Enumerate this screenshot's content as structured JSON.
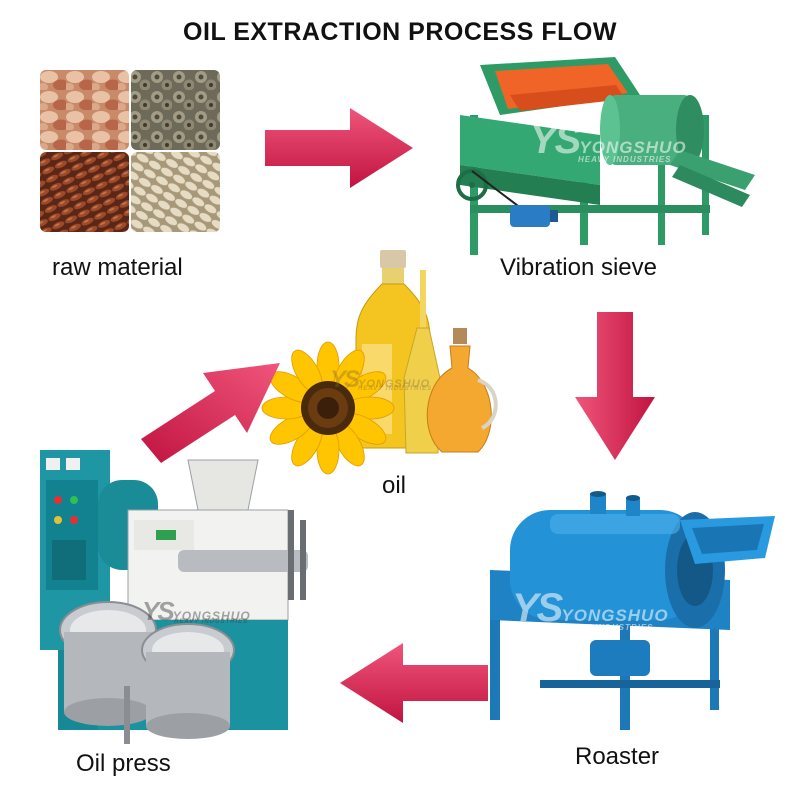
{
  "title": "OIL EXTRACTION PROCESS FLOW",
  "steps": {
    "raw_material": "raw material",
    "vibration_sieve": "Vibration sieve",
    "oil": "oil",
    "oil_press": "Oil press",
    "roaster": "Roaster"
  },
  "watermark": {
    "monogram": "YS",
    "brand": "YONGSHUO",
    "tagline": "HEAVY INDUSTRIES"
  },
  "colors": {
    "arrow": "#d81e4a",
    "machine_green": "#2a9a6a",
    "hopper_orange": "#ee5a26",
    "machine_blue": "#1e88c8",
    "press_teal": "#148c96"
  }
}
